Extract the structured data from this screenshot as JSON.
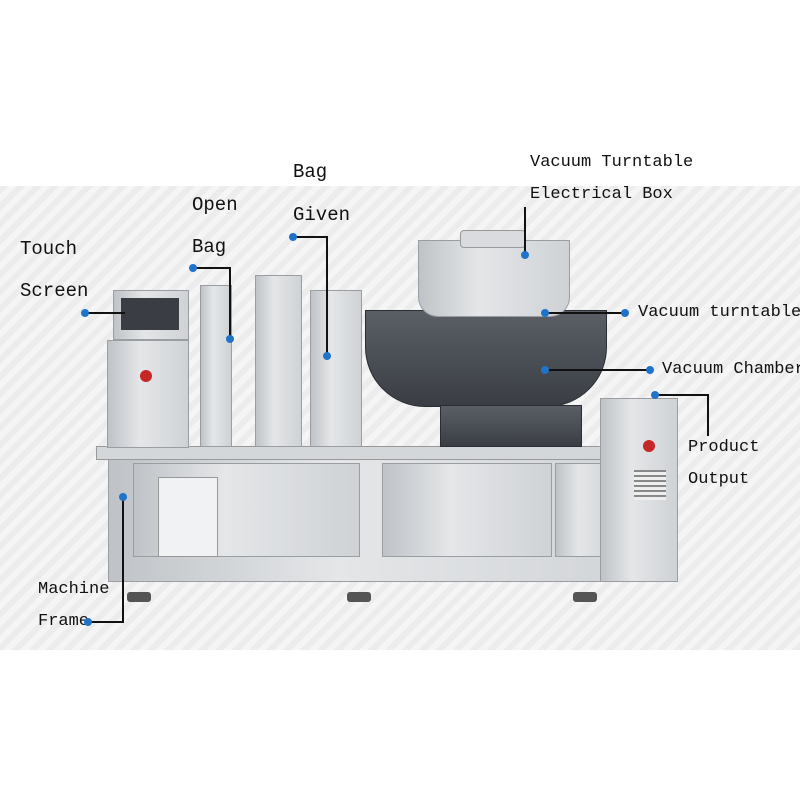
{
  "labels": {
    "touch_screen": [
      "Touch",
      "Screen"
    ],
    "open_bag": [
      "Open",
      "Bag"
    ],
    "bag_given": [
      "Bag",
      "Given"
    ],
    "electrical_box": [
      "Vacuum Turntable",
      "Electrical Box"
    ],
    "vacuum_turntable": "Vacuum turntable",
    "vacuum_chamber": "Vacuum Chamber",
    "product_output": [
      "Product",
      "Output"
    ],
    "machine_frame": [
      "Machine",
      "Frame"
    ]
  },
  "colors": {
    "leader_dot": "#1f73c8",
    "leader_line": "#111111"
  }
}
